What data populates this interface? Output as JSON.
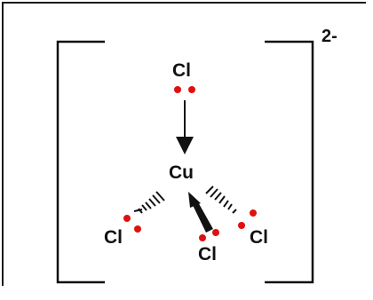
{
  "molecule": {
    "atoms": {
      "top_cl": "Cl",
      "center_cu": "Cu",
      "left_cl": "Cl",
      "bottom_cl": "Cl",
      "right_cl": "Cl"
    },
    "charge": "2-"
  },
  "colors": {
    "lone_pair": "#e01010",
    "ink": "#111111"
  }
}
